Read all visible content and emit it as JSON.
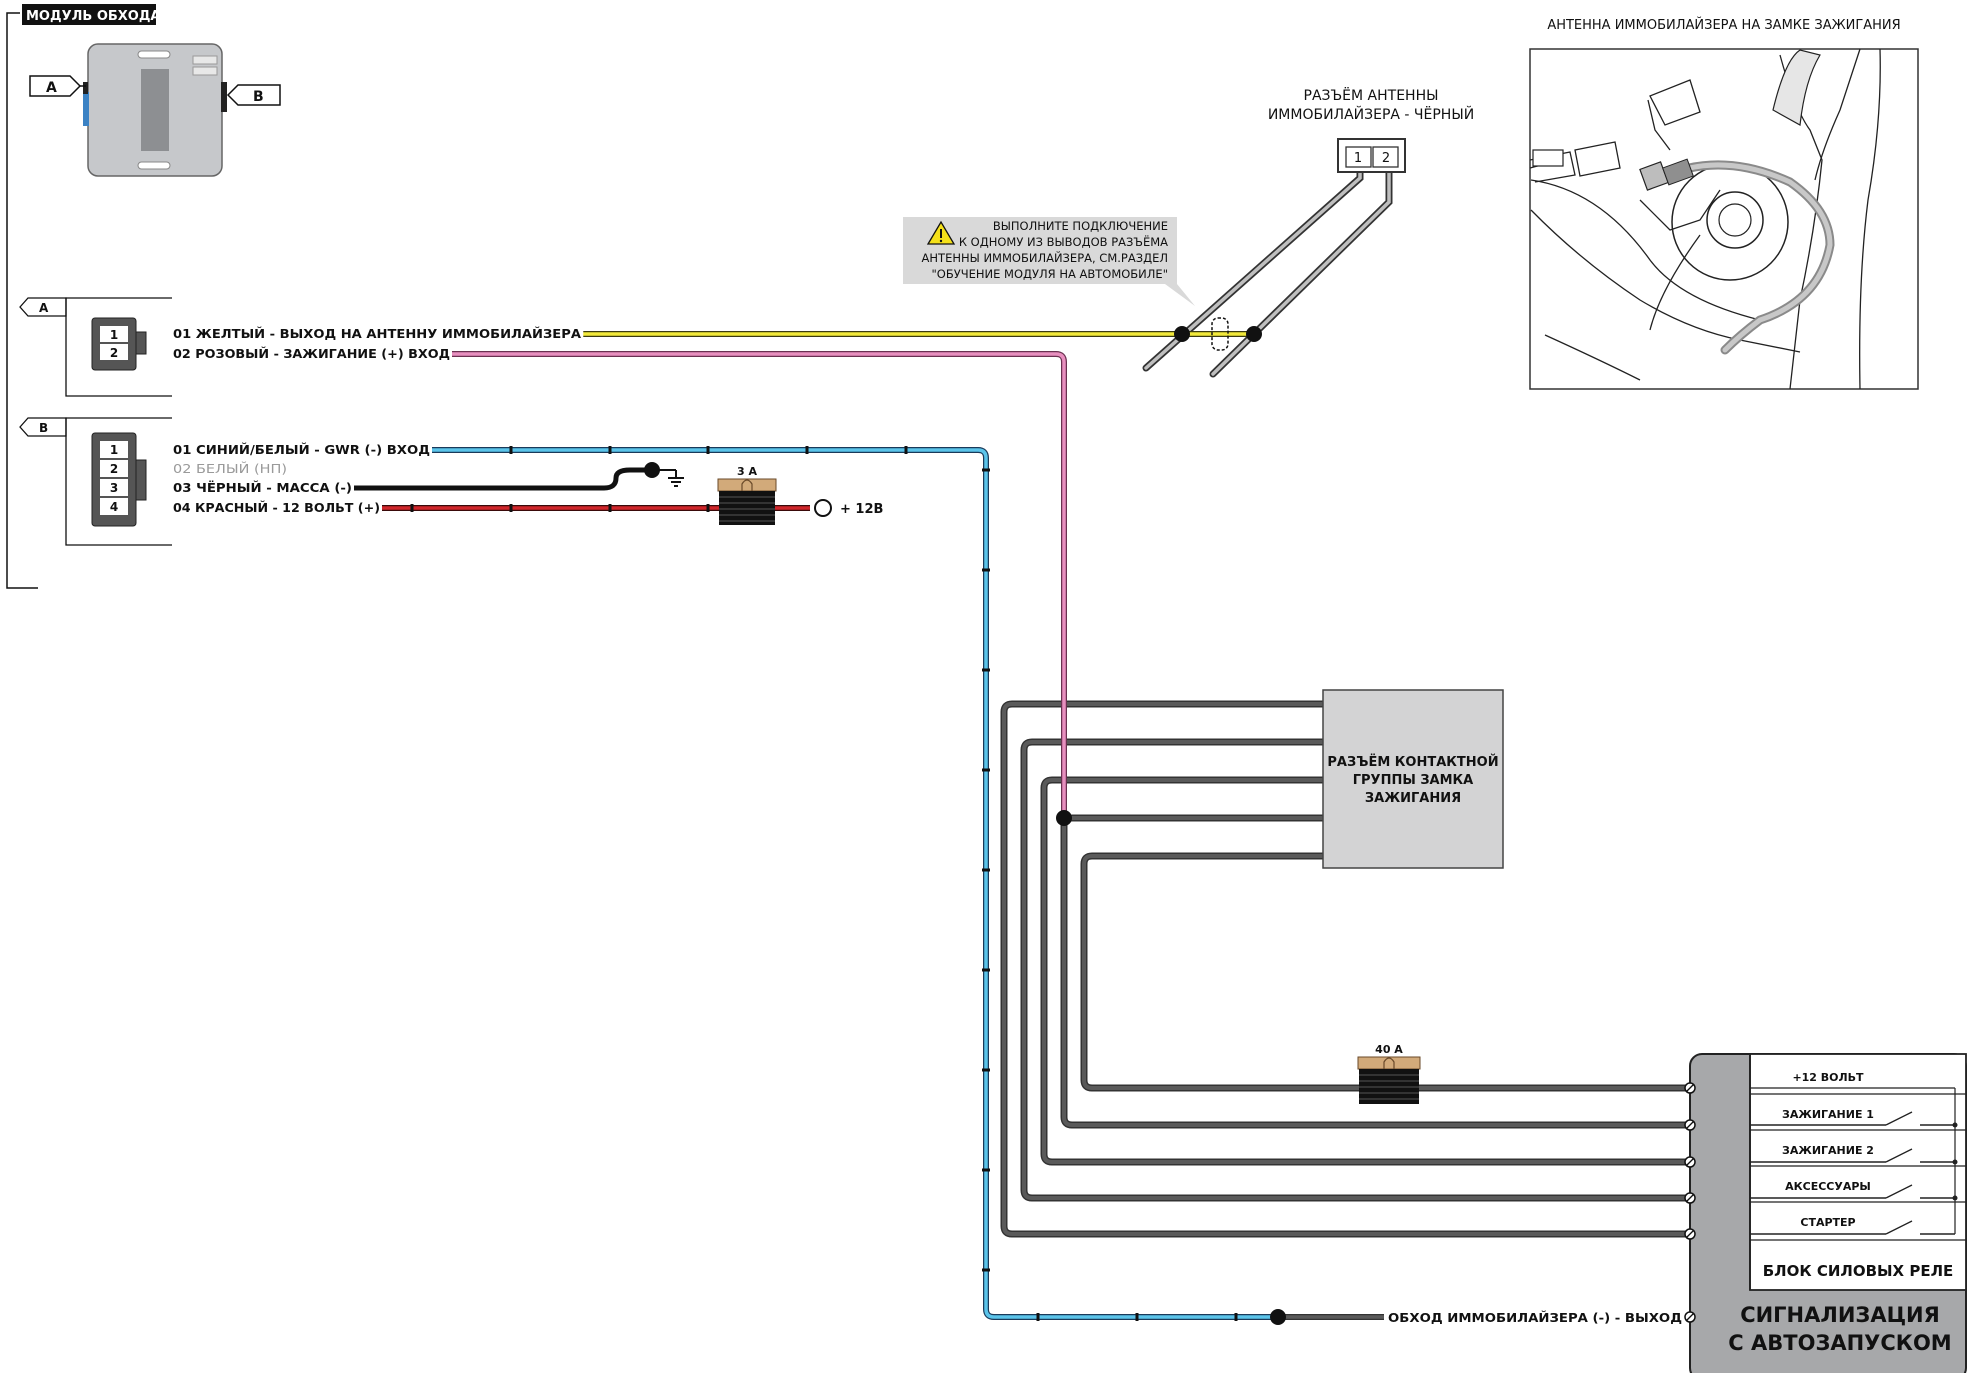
{
  "module": {
    "title": "МОДУЛЬ ОБХОДА",
    "port_a": "A",
    "port_b": "B"
  },
  "connector_a": {
    "tag": "A",
    "pins": [
      "1",
      "2"
    ],
    "wires": [
      "01 ЖЕЛТЫЙ - ВЫХОД НА АНТЕННУ ИММОБИЛАЙЗЕРА",
      "02 РОЗОВЫЙ - ЗАЖИГАНИЕ (+) ВХОД"
    ]
  },
  "connector_b": {
    "tag": "B",
    "pins": [
      "1",
      "2",
      "3",
      "4"
    ],
    "wires": [
      "01 СИНИЙ/БЕЛЫЙ - GWR (-) ВХОД",
      "02 БЕЛЫЙ (НП)",
      "03 ЧЁРНЫЙ - МАССА (-)",
      "04 КРАСНЫЙ - 12 ВОЛЬТ (+)"
    ]
  },
  "fuse_small": {
    "label": "3 А"
  },
  "plus12_label": "+ 12В",
  "antenna_connector": {
    "title_line1": "РАЗЪЁМ АНТЕННЫ",
    "title_line2": "ИММОБИЛАЙЗЕРА - ЧЁРНЫЙ",
    "pins": [
      "1",
      "2"
    ]
  },
  "warning_note": [
    "ВЫПОЛНИТЕ ПОДКЛЮЧЕНИЕ",
    "К ОДНОМУ ИЗ ВЫВОДОВ РАЗЪЁМА",
    "АНТЕННЫ ИММОБИЛАЙЗЕРА, СМ.РАЗДЕЛ",
    "\"ОБУЧЕНИЕ МОДУЛЯ НА АВТОМОБИЛЕ\""
  ],
  "photo_caption": "АНТЕННА ИММОБИЛАЙЗЕРА НА ЗАМКЕ ЗАЖИГАНИЯ",
  "ignition_switch_box": [
    "РАЗЪЁМ КОНТАКТНОЙ",
    "ГРУППЫ ЗАМКА",
    "ЗАЖИГАНИЯ"
  ],
  "fuse_large": {
    "label": "40 А"
  },
  "relay_block": {
    "rows": [
      "+12 ВОЛЬТ",
      "ЗАЖИГАНИЕ 1",
      "ЗАЖИГАНИЕ 2",
      "АКСЕССУАРЫ",
      "СТАРТЕР"
    ],
    "title": "БЛОК СИЛОВЫХ РЕЛЕ"
  },
  "alarm": {
    "line1": "СИГНАЛИЗАЦИЯ",
    "line2": "С АВТОЗАПУСКОМ"
  },
  "bypass_output_label": "ОБХОД ИММОБИЛАЙЗЕРА (-) - ВЫХОД",
  "colors": {
    "yellow_wire": "#f2e93a",
    "pink_wire": "#e88fbf",
    "blue_wire": "#5bc4ea",
    "black_wire": "#111111",
    "red_wire": "#d0262b",
    "gray_wire": "#5a5a5a",
    "module_body": "#c6c8cb",
    "alarm_body": "#a7a8aa",
    "fuse_tan": "#d2aa7a"
  }
}
